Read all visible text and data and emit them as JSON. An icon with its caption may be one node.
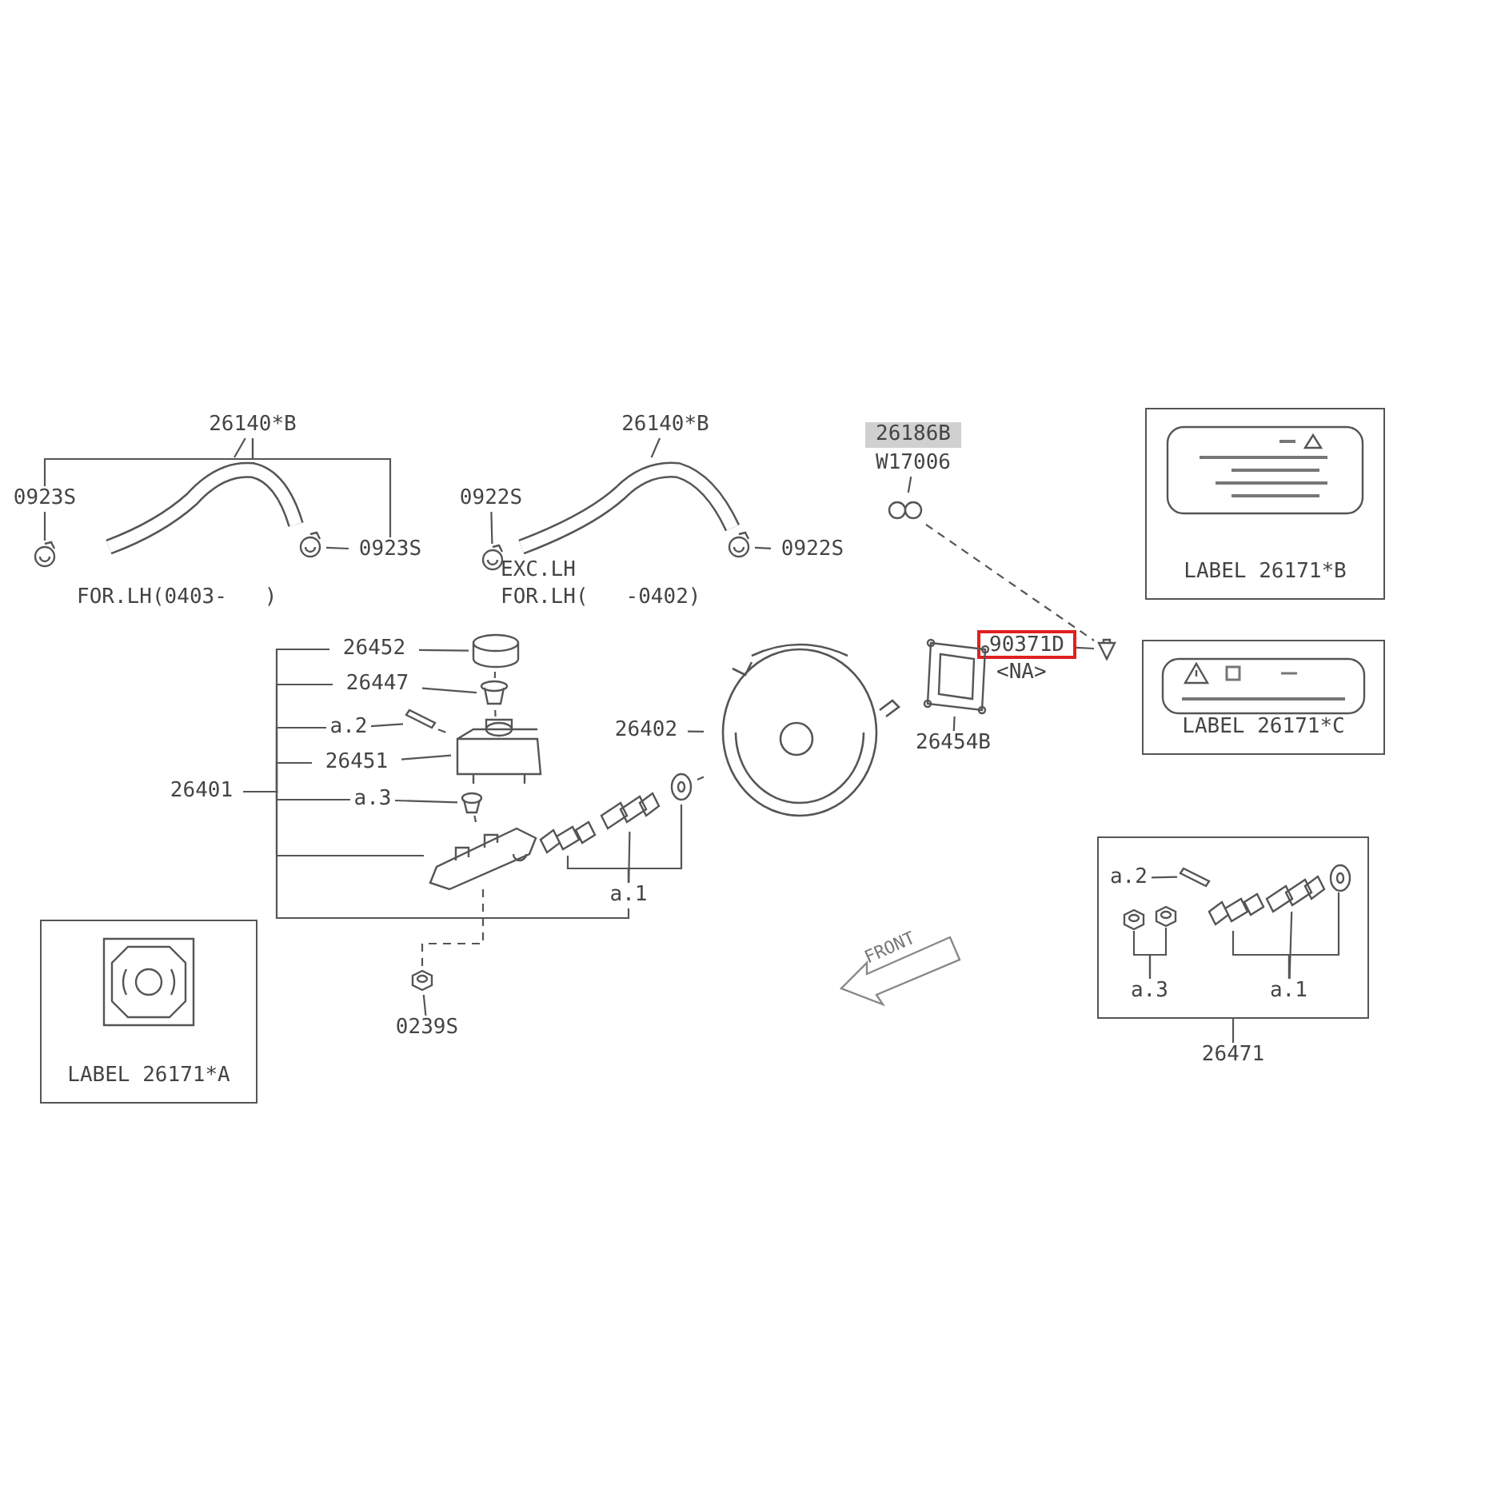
{
  "diagram": {
    "nodes": [
      {
        "text": [
          "26140*B"
        ]
      },
      {
        "text": [],
        "shape": "picture"
      },
      {
        "text": [
          "0923S"
        ]
      },
      {
        "text": [],
        "shape": "picture"
      },
      {
        "text": [],
        "shape": "picture"
      },
      {
        "text": [
          "0923S"
        ]
      },
      {
        "text": [
          "26140*B"
        ]
      },
      {
        "text": [],
        "shape": "picture"
      },
      {
        "text": [
          "0922S"
        ]
      },
      {
        "text": [],
        "shape": "picture"
      },
      {
        "text": [],
        "shape": "picture"
      },
      {
        "text": [
          "0922S"
        ]
      },
      {
        "text": [
          "26186B"
        ]
      },
      {
        "text": [
          "W17006"
        ]
      },
      {
        "text": [],
        "shape": "picture"
      },
      {
        "text": [
          "90371D"
        ],
        "beside": [
          "<NA>"
        ]
      },
      {
        "text": [],
        "shape": "picture"
      },
      {
        "text": [
          "26454B"
        ]
      },
      {
        "text": [],
        "shape": "picture"
      },
      {
        "text": [
          "26402"
        ]
      },
      {
        "text": [],
        "shape": "picture"
      },
      {
        "text": [
          "26401"
        ]
      },
      {
        "text": [
          "26452"
        ]
      },
      {
        "text": [],
        "shape": "picture"
      },
      {
        "text": [
          "26447"
        ]
      },
      {
        "text": [],
        "shape": "picture"
      },
      {
        "text": [
          "a.2"
        ]
      },
      {
        "text": [],
        "shape": "picture"
      },
      {
        "text": [
          "26451"
        ]
      },
      {
        "text": [],
        "shape": "picture"
      },
      {
        "text": [
          "a.3"
        ]
      },
      {
        "text": [],
        "shape": "picture"
      },
      {
        "text": [],
        "shape": "picture"
      },
      {
        "text": [
          "a.1"
        ]
      },
      {
        "text": [],
        "shape": "picture"
      },
      {
        "text": [],
        "shape": "picture"
      },
      {
        "text": [],
        "shape": "picture"
      },
      {
        "text": [
          "0239S"
        ]
      },
      {
        "text": [],
        "shape": "picture"
      },
      {
        "text": [
          "LABEL 26171*A"
        ]
      },
      {
        "text": [
          "LABEL 26171*B"
        ]
      },
      {
        "text": [
          "LABEL 26171*C"
        ]
      },
      {
        "text": [],
        "shape": "box"
      },
      {
        "text": [
          "26471"
        ]
      },
      {
        "text": [
          "a.2"
        ],
        "in": 42
      },
      {
        "text": [],
        "shape": "picture",
        "in": 42
      },
      {
        "text": [
          "a.3"
        ],
        "in": 42
      },
      {
        "text": [],
        "shape": "picture",
        "in": 42
      },
      {
        "text": [],
        "shape": "picture",
        "in": 42
      },
      {
        "text": [
          "a.1"
        ],
        "in": 42
      },
      {
        "text": [],
        "shape": "picture",
        "in": 42
      },
      {
        "text": [],
        "shape": "picture",
        "in": 42
      },
      {
        "text": [],
        "shape": "picture",
        "in": 42
      }
    ],
    "edges": [
      {
        "from": 0,
        "to": 1,
        "arrow": "none"
      },
      {
        "from": 0,
        "to": 2,
        "arrow": "none"
      },
      {
        "from": 0,
        "to": 5,
        "arrow": "none"
      },
      {
        "from": 2,
        "to": 3,
        "arrow": "none"
      },
      {
        "from": 5,
        "to": 4,
        "arrow": "none"
      },
      {
        "from": 6,
        "to": 7,
        "arrow": "none"
      },
      {
        "from": 8,
        "to": 9,
        "arrow": "none"
      },
      {
        "from": 11,
        "to": 10,
        "arrow": "none"
      },
      {
        "from": 13,
        "to": 14,
        "arrow": "none"
      },
      {
        "from": 14,
        "to": 16,
        "arrow": "none",
        "style": "dashed"
      },
      {
        "from": 15,
        "to": 16,
        "arrow": "none"
      },
      {
        "from": 17,
        "to": 18,
        "arrow": "none"
      },
      {
        "from": 19,
        "to": 20,
        "arrow": "none"
      },
      {
        "from": 21,
        "to": 22,
        "arrow": "none"
      },
      {
        "from": 21,
        "to": 24,
        "arrow": "none"
      },
      {
        "from": 21,
        "to": 26,
        "arrow": "none"
      },
      {
        "from": 21,
        "to": 28,
        "arrow": "none"
      },
      {
        "from": 21,
        "to": 30,
        "arrow": "none"
      },
      {
        "from": 21,
        "to": 32,
        "arrow": "none"
      },
      {
        "from": 21,
        "to": 33,
        "arrow": "none"
      },
      {
        "from": 22,
        "to": 23,
        "arrow": "none"
      },
      {
        "from": 24,
        "to": 25,
        "arrow": "none"
      },
      {
        "from": 26,
        "to": 27,
        "arrow": "none"
      },
      {
        "from": 28,
        "to": 29,
        "arrow": "none"
      },
      {
        "from": 30,
        "to": 31,
        "arrow": "none"
      },
      {
        "from": 33,
        "to": 34,
        "arrow": "none"
      },
      {
        "from": 33,
        "to": 35,
        "arrow": "none"
      },
      {
        "from": 33,
        "to": 36,
        "arrow": "none"
      },
      {
        "from": 37,
        "to": 38,
        "arrow": "none"
      },
      {
        "from": 23,
        "to": 25,
        "arrow": "none",
        "style": "dashed"
      },
      {
        "from": 25,
        "to": 29,
        "arrow": "none",
        "style": "dashed"
      },
      {
        "from": 27,
        "to": 29,
        "arrow": "none",
        "style": "dashed"
      },
      {
        "from": 31,
        "to": 32,
        "arrow": "none",
        "style": "dashed"
      },
      {
        "from": 32,
        "to": 38,
        "arrow": "none",
        "style": "dashed"
      },
      {
        "from": 36,
        "to": 20,
        "arrow": "none",
        "style": "dashed"
      },
      {
        "from": 43,
        "to": 42,
        "arrow": "none"
      },
      {
        "from": 44,
        "to": 45,
        "arrow": "none"
      },
      {
        "from": 46,
        "to": 47,
        "arrow": "none"
      },
      {
        "from": 46,
        "to": 48,
        "arrow": "none"
      },
      {
        "from": 49,
        "to": 50,
        "arrow": "none"
      },
      {
        "from": 49,
        "to": 51,
        "arrow": "none"
      },
      {
        "from": 49,
        "to": 52,
        "arrow": "none"
      }
    ],
    "labels": [
      "FOR.LH(0403-   )",
      "EXC.LH",
      "FOR.LH(   -0402)",
      "FRONT"
    ]
  }
}
